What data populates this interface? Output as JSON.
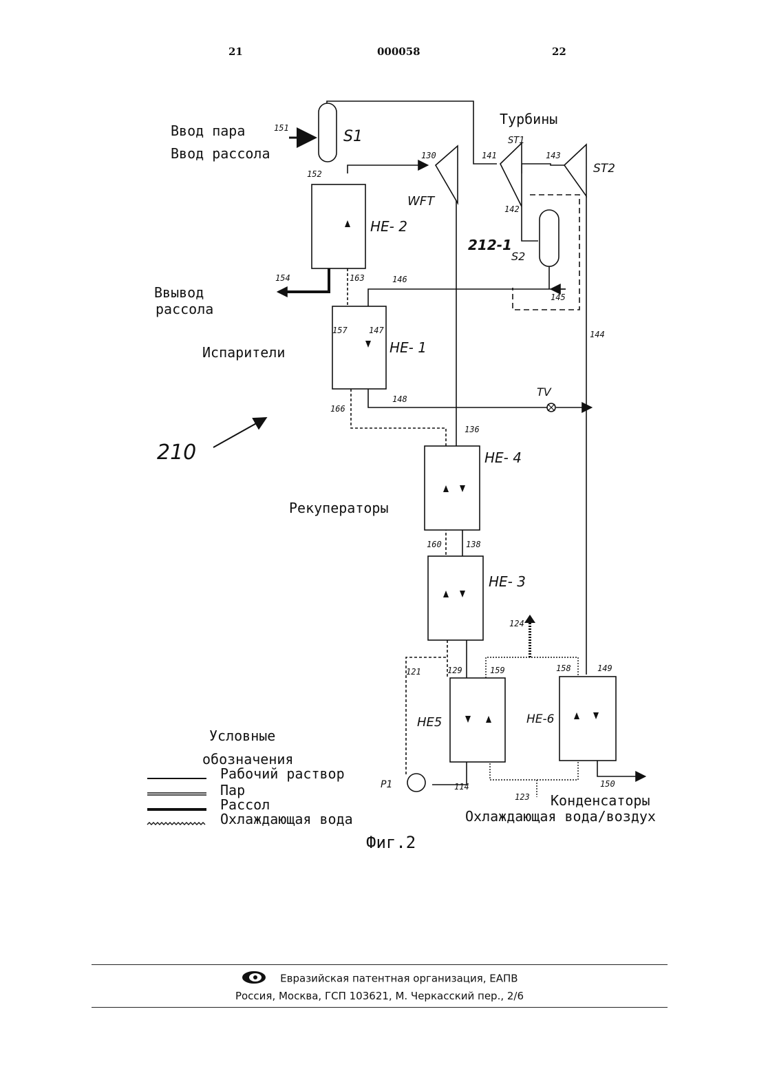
{
  "header": {
    "page_left": "21",
    "doc_number": "000058",
    "page_right": "22"
  },
  "labels": {
    "steam_in": "Ввод пара",
    "brine_in": "Ввод рассола",
    "brine_out_1": "Ввывод",
    "brine_out_2": "рассола",
    "evaporators": "Испарители",
    "recuperators": "Рекуператоры",
    "turbines": "Турбины",
    "condensers": "Конденсаторы",
    "condenser_cooling": "Охлаждающая вода/воздух",
    "figure": "Фиг.2",
    "fig_ref": "210"
  },
  "components": {
    "separator_1": "S1",
    "separator_2": "S2",
    "he2": "HE- 2",
    "he1": "HE- 1",
    "he4": "HE- 4",
    "he3": "HE- 3",
    "he5": "HE5",
    "he6": "HE-6",
    "wft": "WFT",
    "st1": "ST1",
    "st2": "ST2",
    "pump": "P1",
    "valve": "TV",
    "s2_ref": "212-1"
  },
  "streams": [
    "151",
    "152",
    "154",
    "163",
    "146",
    "157",
    "147",
    "166",
    "148",
    "136",
    "160",
    "138",
    "130",
    "141",
    "142",
    "143",
    "145",
    "144",
    "124",
    "121",
    "129",
    "159",
    "158",
    "149",
    "114",
    "123",
    "150"
  ],
  "legend": {
    "title_1": "Условные",
    "title_2": "обозначения",
    "items": [
      {
        "label": "Рабочий раствор",
        "style": "thin-solid"
      },
      {
        "label": "Пар",
        "style": "double-solid"
      },
      {
        "label": "Рассол",
        "style": "thick-solid"
      },
      {
        "label": "Охлаждающая вода",
        "style": "zigzag"
      }
    ]
  },
  "footer": {
    "org": "Евразийская патентная организация, ЕАПВ",
    "address": "Россия, Москва, ГСП 103621, М. Черкасский пер., 2/6"
  }
}
